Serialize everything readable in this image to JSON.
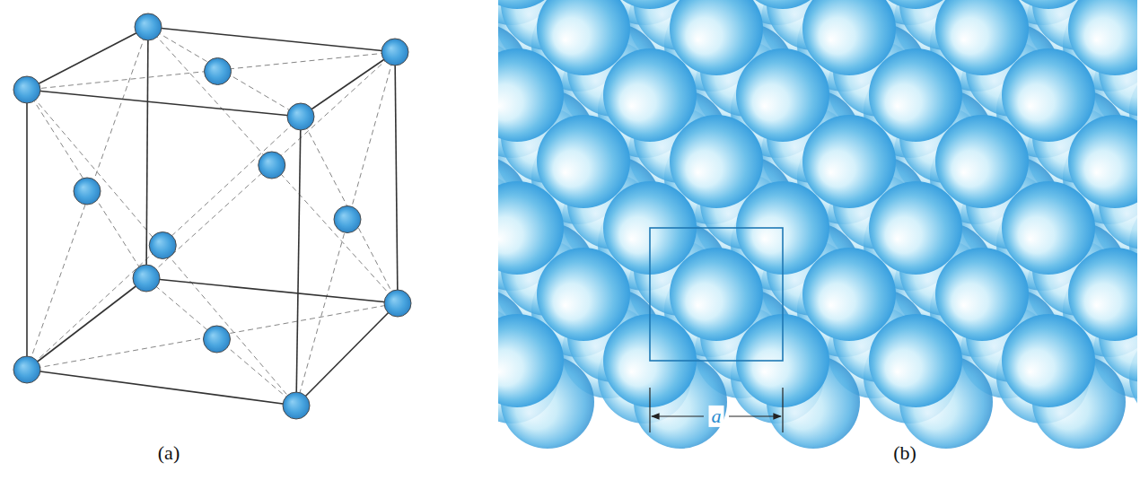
{
  "diagram": {
    "labels": [
      "(a)",
      "(b)",
      "a"
    ]
  }
}
